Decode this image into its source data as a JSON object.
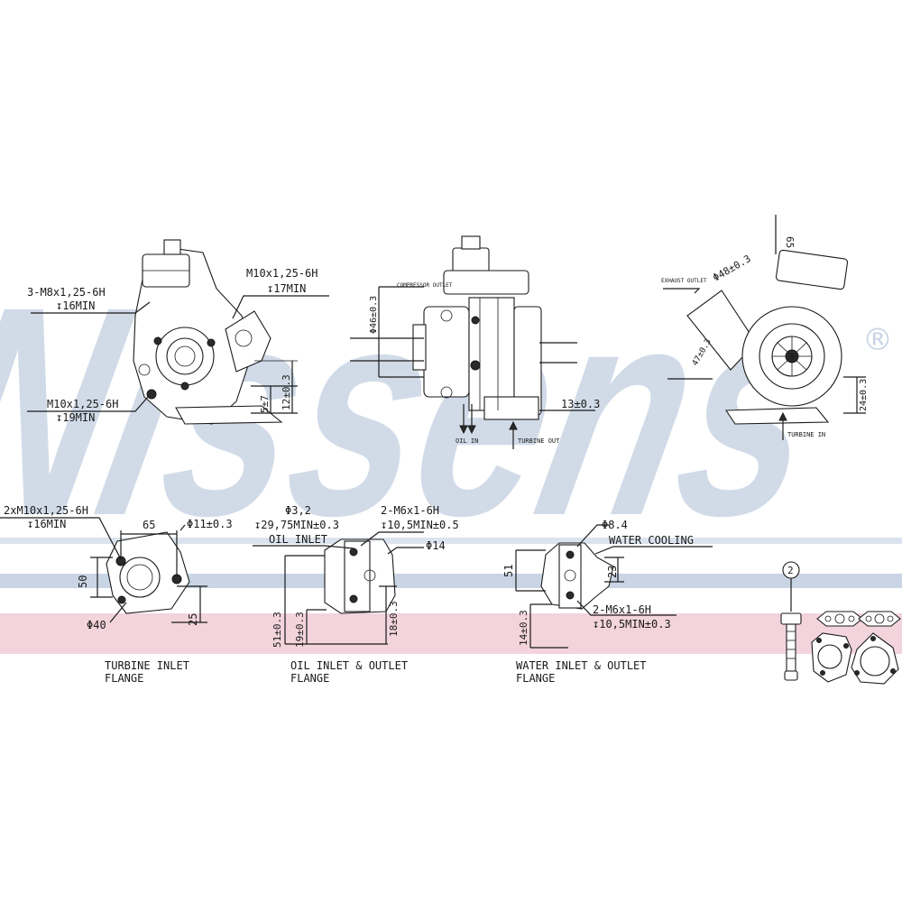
{
  "brand": {
    "watermark_text": "Nissens",
    "registered_mark": "®",
    "watermark_color": "#c9d5e5",
    "band_pink": "#f3d4dc",
    "band_blue": "#c9d5e5"
  },
  "views": {
    "left": {
      "thread_top": "3-M8x1,25-6H",
      "thread_top_depth": "↧16MIN",
      "thread_right": "M10x1,25-6H",
      "thread_right_depth": "↧17MIN",
      "thread_bottom": "M10x1,25-6H",
      "thread_bottom_depth": "↧19MIN",
      "dim_5": "5±7",
      "dim_12": "12±0.3"
    },
    "center": {
      "dia_46": "Φ46±0.3",
      "note_compressor": "COMPRESSOR OUTLET",
      "dim_13": "13±0.3",
      "arrow_oil_in": "OIL IN",
      "arrow_turbine_out": "TURBINE OUT"
    },
    "right": {
      "dim_65": "65",
      "dia_48": "Φ48±0.3",
      "note_outlet": "EXHAUST OUTLET",
      "dim_47": "47±0.3",
      "dim_24": "24±0.3",
      "arrow_label": "TURBINE IN"
    }
  },
  "sections": {
    "turbine": {
      "thread": "2xM10x1,25-6H",
      "depth": "↧16MIN",
      "dim_65": "65",
      "dia_11": "Φ11±0.3",
      "dim_50": "50",
      "dim_25": "25",
      "dia_40": "Φ40",
      "caption_line1": "TURBINE INLET",
      "caption_line2": "FLANGE"
    },
    "oil": {
      "dia_32": "Φ3,2",
      "depth_2975": "↧29,75MIN±0.3",
      "oil_inlet": "OIL INLET",
      "thread": "2-M6x1-6H",
      "depth_105": "↧10,5MIN±0.5",
      "dia_14": "Φ14",
      "dim_51": "51±0.3",
      "dim_19": "19±0.3",
      "dim_18": "18±0.3",
      "caption_line1": "OIL INLET & OUTLET",
      "caption_line2": "FLANGE"
    },
    "water": {
      "dia_84": "Φ8.4",
      "water_cooling": "WATER COOLING",
      "dim_51": "51",
      "dim_23": "23",
      "dim_14": "14±0.3",
      "thread": "2-M6x1-6H",
      "depth_105": "↧10,5MIN±0.3",
      "caption_line1": "WATER INLET & OUTLET",
      "caption_line2": "FLANGE"
    },
    "kit": {
      "callout": "2"
    }
  }
}
